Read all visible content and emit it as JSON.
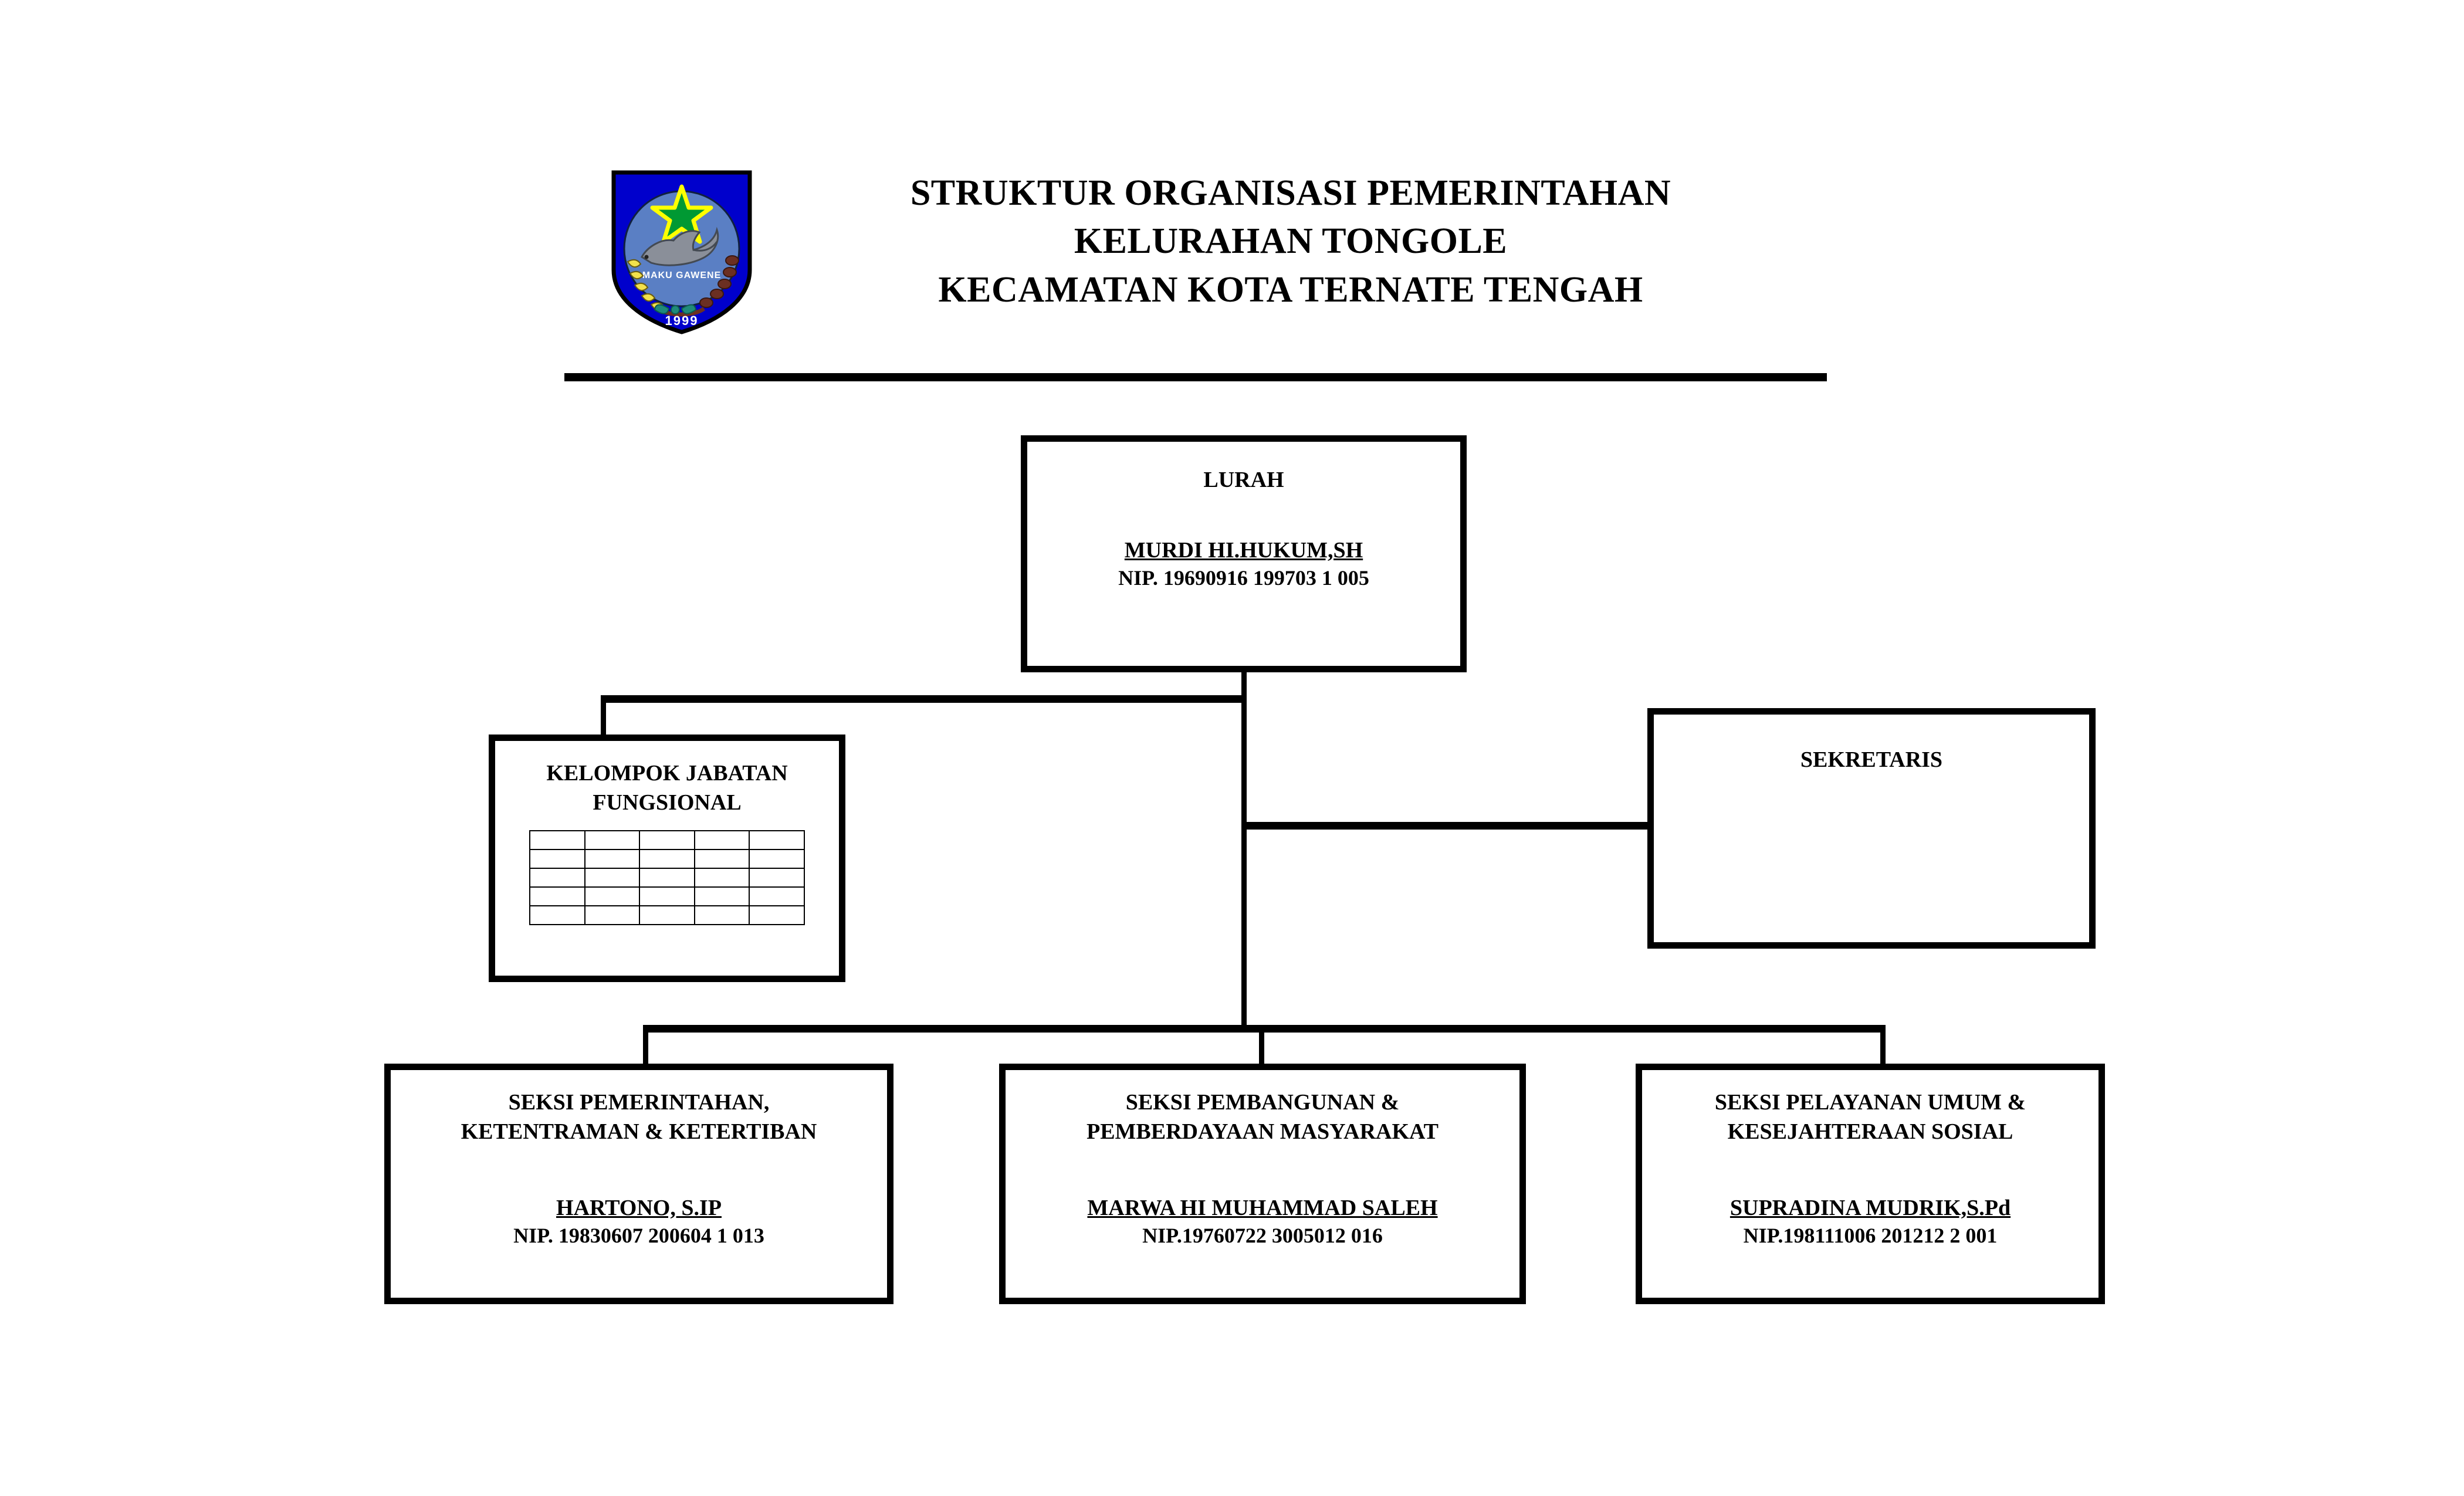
{
  "header": {
    "title_lines": [
      "STRUKTUR ORGANISASI PEMERINTAHAN",
      "KELURAHAN TONGOLE",
      "KECAMATAN KOTA TERNATE TENGAH"
    ],
    "emblem": {
      "name": "kelurahan-tongole-emblem",
      "motto": "MAKU GAWENE",
      "year": "1999",
      "colors": {
        "shield": "#0000cc",
        "disc": "#5a7fc4",
        "star": "#009933",
        "star_outline": "#ffff00",
        "ray": "#8a8f99",
        "grain_left": "#f2e14c",
        "grain_right": "#6b2f22",
        "ribbon": "#1f8a7a"
      }
    }
  },
  "chart_data": {
    "type": "org-chart",
    "nodes": [
      {
        "id": "lurah",
        "title": "LURAH",
        "person": "MURDI HI.HUKUM,SH",
        "nip": "NIP. 19690916 199703 1 005"
      },
      {
        "id": "fungsional",
        "title": "KELOMPOK JABATAN\nFUNGSIONAL",
        "grid_rows": 5,
        "grid_cols": 5,
        "grid_values": [
          [
            "",
            "",
            "",
            "",
            ""
          ],
          [
            "",
            "",
            "",
            "",
            ""
          ],
          [
            "",
            "",
            "",
            "",
            ""
          ],
          [
            "",
            "",
            "",
            "",
            ""
          ],
          [
            "",
            "",
            "",
            "",
            ""
          ]
        ]
      },
      {
        "id": "sekretaris",
        "title": "SEKRETARIS",
        "person": "",
        "nip": ""
      },
      {
        "id": "seksi_pemerintahan",
        "title": "SEKSI PEMERINTAHAN,\nKETENTRAMAN & KETERTIBAN",
        "person": "HARTONO, S.IP",
        "nip": "NIP. 19830607 200604 1 013"
      },
      {
        "id": "seksi_pembangunan",
        "title": "SEKSI PEMBANGUNAN &\nPEMBERDAYAAN MASYARAKAT",
        "person": "MARWA HI MUHAMMAD SALEH",
        "nip": "NIP.19760722 3005012 016"
      },
      {
        "id": "seksi_pelayanan",
        "title": "SEKSI PELAYANAN UMUM &\nKESEJAHTERAAN SOSIAL",
        "person": "SUPRADINA MUDRIK,S.Pd",
        "nip": "NIP.198111006 201212 2 001"
      }
    ],
    "edges": [
      {
        "from": "lurah",
        "to": "fungsional"
      },
      {
        "from": "lurah",
        "to": "sekretaris"
      },
      {
        "from": "lurah",
        "to": "seksi_pemerintahan"
      },
      {
        "from": "lurah",
        "to": "seksi_pembangunan"
      },
      {
        "from": "lurah",
        "to": "seksi_pelayanan"
      }
    ],
    "line_color": "#000000",
    "box_border_color": "#000000",
    "background": "#ffffff"
  }
}
